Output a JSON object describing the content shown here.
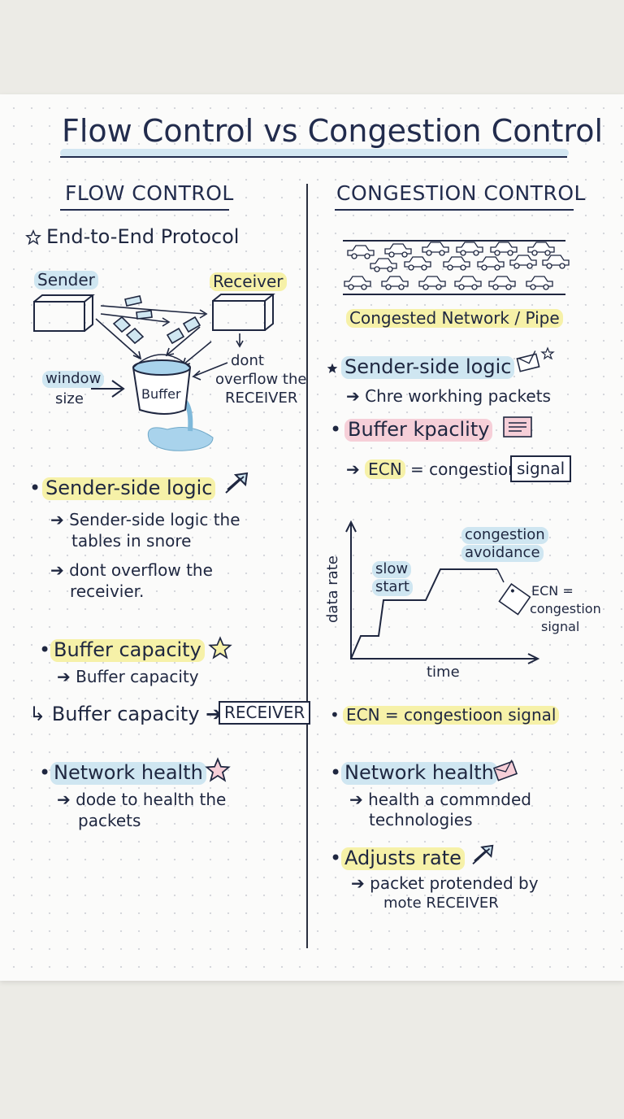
{
  "title": "Flow Control vs Congestion Control",
  "left": {
    "heading": "FLOW CONTROL",
    "protocol": "End-to-End Protocol",
    "diagram": {
      "sender": "Sender",
      "receiver": "Receiver",
      "buffer": "Buffer",
      "window_line1": "window",
      "window_line2": "size",
      "note_line1": "dont",
      "note_line2": "overflow the",
      "note_line3": "RECEIVER"
    },
    "b1_title": "Sender-side logic",
    "b1_sub1_line1": "Sender-side logic the",
    "b1_sub1_line2": "tables in snore",
    "b1_sub2_line1": "dont overflow the",
    "b1_sub2_line2": "receivier.",
    "b2_title": "Buffer capacity",
    "b2_sub": "Buffer capacity",
    "b3_text": "Buffer capacity",
    "b3_box": "RECEIVER",
    "b4_title": "Network health",
    "b4_sub_line1": "dode to health the",
    "b4_sub_line2": "packets"
  },
  "right": {
    "heading": "CONGESTION CONTROL",
    "pipe_label": "Congested Network / Pipe",
    "r1_title": "Sender-side logic",
    "r1_sub": "Chre workhing packets",
    "r2_title": "Buffer kpaclity",
    "r2_sub_ecn": "ECN",
    "r2_sub_rest": "= congestion",
    "r2_box": "signal",
    "chart": {
      "ylabel": "data rate",
      "xlabel": "time",
      "slow_line1": "slow",
      "slow_line2": "start",
      "ca_line1": "congestion",
      "ca_line2": "avoidance",
      "ecn_line1": "ECN =",
      "ecn_line2": "congestion",
      "ecn_line3": "signal"
    },
    "r3_text": "ECN = congestioon signal",
    "r4_title": "Network health",
    "r4_sub_line1": "health a commnded",
    "r4_sub_line2": "technologies",
    "r5_title": "Adjusts rate",
    "r5_sub_line1": "packet protended by",
    "r5_sub_line2": "mote RECEIVER"
  },
  "chart_data": {
    "type": "line",
    "title": "",
    "xlabel": "time",
    "ylabel": "data rate",
    "annotations": [
      "slow start",
      "congestion avoidance",
      "ECN = congestion signal"
    ]
  },
  "colors": {
    "ink": "#1f2740",
    "highlight_yellow": "#f6f1a8",
    "highlight_blue": "#cfe6f1",
    "highlight_pink": "#f6cfd8",
    "water": "#a9d3ec"
  },
  "icons": [
    "star-icon",
    "arrow-up-right-icon",
    "envelope-icon",
    "notepad-icon",
    "tag-icon",
    "car-icon",
    "bucket-icon"
  ]
}
